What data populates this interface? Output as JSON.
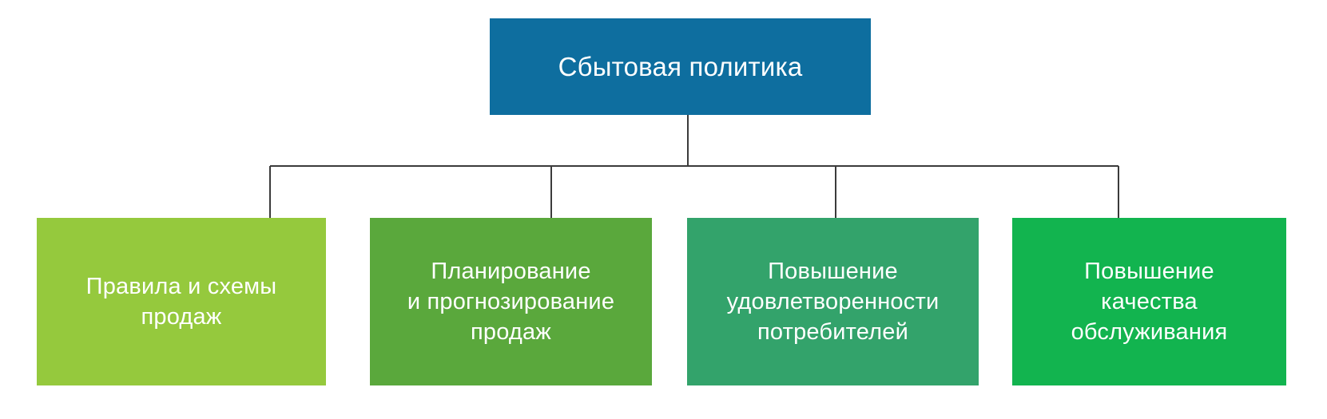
{
  "diagram": {
    "title_visible": false,
    "background_color": "#ffffff",
    "type": "hierarchy-tree",
    "root": {
      "label": "Сбытовая политика",
      "color": "#0e6e9f",
      "text_color": "#ffffff"
    },
    "connector": {
      "color": "#3b3b3b",
      "style": "orthogonal-elbow"
    },
    "children": [
      {
        "label": "Правила и схемы\nпродаж",
        "color": "#95c93d",
        "text_color": "#ffffff"
      },
      {
        "label": "Планирование\nи прогнозирование\nпродаж",
        "color": "#5aa83c",
        "text_color": "#ffffff"
      },
      {
        "label": "Повышение\nудовлетворенности\nпотребителей",
        "color": "#33a36b",
        "text_color": "#ffffff"
      },
      {
        "label": "Повышение\nкачества\nобслуживания",
        "color": "#12b44f",
        "text_color": "#ffffff"
      }
    ]
  }
}
